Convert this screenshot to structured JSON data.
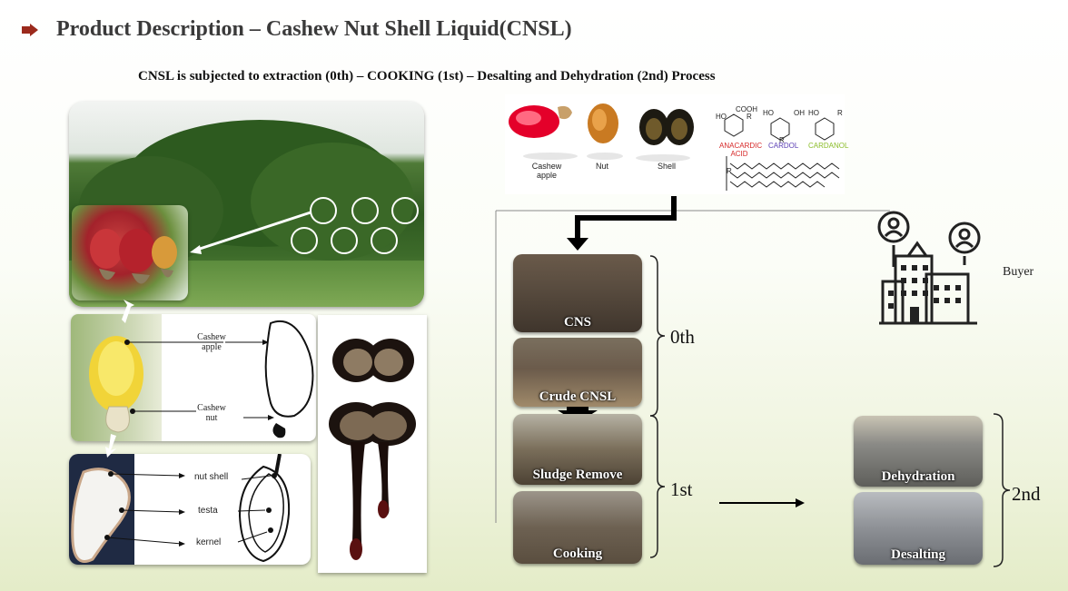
{
  "header": {
    "title": "Product Description – Cashew Nut Shell Liquid(CNSL)",
    "subtitle": "CNSL is subjected to extraction (0th) – COOKING (1st) – Desalting and Dehydration (2nd) Process"
  },
  "cashew_panel": {
    "apple_label": "Cashew apple",
    "nut_label": "Cashew nut"
  },
  "cross_section": {
    "labels": [
      "nut shell",
      "testa",
      "kernel"
    ]
  },
  "product_strip": {
    "items": [
      "Cashew apple",
      "Nut",
      "Shell"
    ],
    "compounds": [
      "ANACARDIC ACID",
      "CARDOL",
      "CARDANOL"
    ],
    "compound_colors": [
      "#d62828",
      "#5b3fb5",
      "#8bbd2a"
    ],
    "chem_text": {
      "cooh": "COOH",
      "r": "R",
      "ho": "HO",
      "oh": "OH"
    }
  },
  "process": {
    "steps": [
      {
        "caption": "CNS",
        "phase": "0th"
      },
      {
        "caption": "Crude CNSL",
        "phase": "0th"
      },
      {
        "caption": "Sludge Remove",
        "phase": "1st"
      },
      {
        "caption": "Cooking",
        "phase": "1st"
      }
    ],
    "phase_labels": {
      "p0": "0th",
      "p1": "1st",
      "p2": "2nd"
    },
    "final_steps": [
      {
        "caption": "Dehydration"
      },
      {
        "caption": "Desalting"
      }
    ],
    "buyer_label": "Buyer"
  },
  "colors": {
    "bullet": "#9b2a1c",
    "accent_arrow": "#000000"
  }
}
